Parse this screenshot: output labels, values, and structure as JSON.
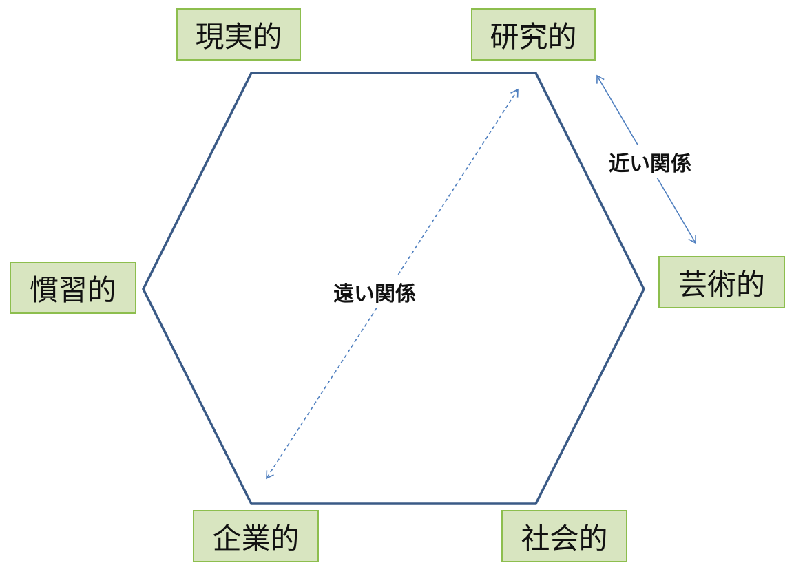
{
  "vertices": {
    "realistic": "現実的",
    "research": "研究的",
    "conventional": "慣習的",
    "artistic": "芸術的",
    "enterprising": "企業的",
    "social": "社会的"
  },
  "relations": {
    "near": "近い関係",
    "far": "遠い関係"
  },
  "colors": {
    "hexagon_stroke": "#3a5a86",
    "arrow": "#4f7fbf",
    "box_fill": "#d8e5c0",
    "box_border": "#8dbe4e"
  }
}
